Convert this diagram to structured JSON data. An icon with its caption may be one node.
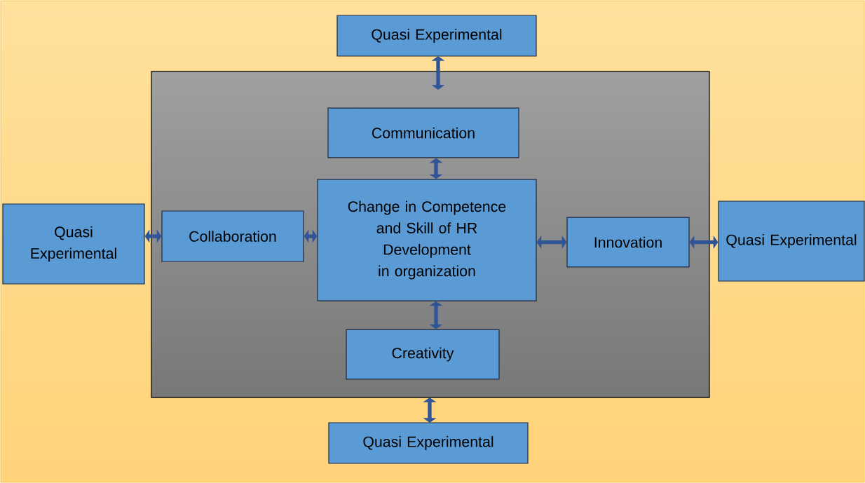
{
  "diagram": {
    "nodes": [
      {
        "text": [
          "Quasi Experimental"
        ]
      },
      {
        "text": [],
        "shape": "box"
      },
      {
        "text": [
          "Communication"
        ],
        "in": 1
      },
      {
        "text": [
          "Quasi Experimental"
        ]
      },
      {
        "text": [
          "Collaboration"
        ],
        "in": 1
      },
      {
        "text": [
          "Change in Competence and Skill of HR Development in organization"
        ],
        "in": 1
      },
      {
        "text": [
          "Innovation"
        ],
        "in": 1
      },
      {
        "text": [
          "Quasi Experimental"
        ]
      },
      {
        "text": [
          "Creativity"
        ],
        "in": 1
      },
      {
        "text": [
          "Quasi Experimental"
        ]
      }
    ],
    "edges": [
      {
        "from": 0,
        "to": 1,
        "arrow": "both"
      },
      {
        "from": 2,
        "to": 5,
        "arrow": "both"
      },
      {
        "from": 3,
        "to": 4,
        "arrow": "both"
      },
      {
        "from": 4,
        "to": 5,
        "arrow": "both"
      },
      {
        "from": 5,
        "to": 6,
        "arrow": "both"
      },
      {
        "from": 6,
        "to": 7,
        "arrow": "both"
      },
      {
        "from": 5,
        "to": 8,
        "arrow": "both"
      },
      {
        "from": 1,
        "to": 9,
        "arrow": "both"
      }
    ]
  }
}
